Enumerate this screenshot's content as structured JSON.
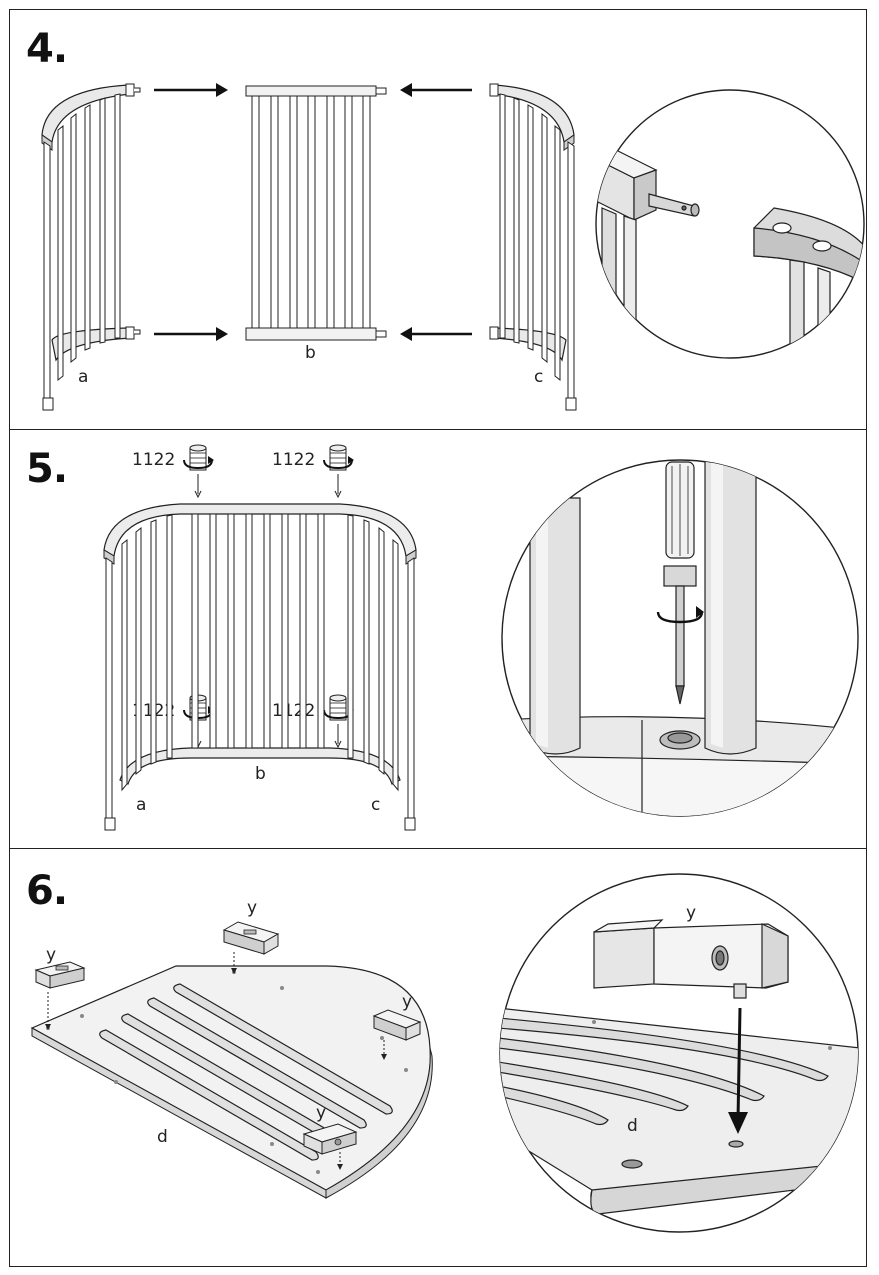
{
  "steps": [
    {
      "number": "4.",
      "labels": {
        "a": "a",
        "b": "b",
        "c": "c"
      }
    },
    {
      "number": "5.",
      "screw_code": "1122",
      "labels": {
        "a": "a",
        "b": "b",
        "c": "c"
      }
    },
    {
      "number": "6.",
      "labels": {
        "d": "d",
        "y": "y"
      }
    }
  ],
  "colors": {
    "line": "#222222",
    "fill": "#ffffff",
    "shade": "#e6e6e6",
    "dark": "#9a9a9a"
  }
}
